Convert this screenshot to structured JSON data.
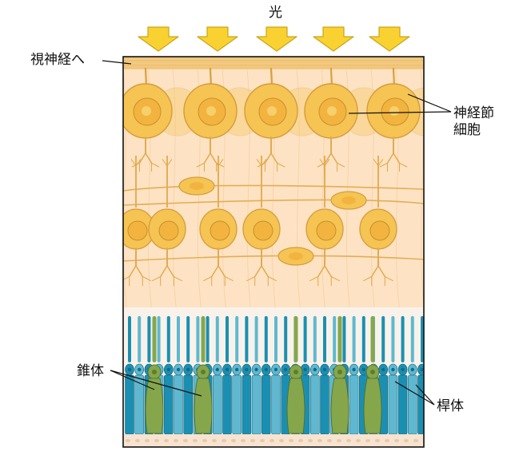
{
  "labels": {
    "light": "光",
    "optic_nerve": "視神経へ",
    "ganglion_cells": "神経節細胞",
    "ganglion_line1": "神経節",
    "ganglion_line2": "細胞",
    "cones": "錐体",
    "rods": "桿体"
  },
  "colors": {
    "arrow_fill": "#f9d232",
    "arrow_stroke": "#c9a417",
    "tissue_background": "#fde8cf",
    "ganglion_cell": "#f5c453",
    "ganglion_nucleus": "#f2b43f",
    "nerve_fiber": "#f0c264",
    "rod": "#1b8fb1",
    "rod_light": "#5fb8cf",
    "cone": "#86a64c",
    "outline": "#111111"
  },
  "structure": {
    "arrow_count": 5,
    "ganglion_row_count": 5,
    "bipolar_row_count": 6,
    "horizontal_cell_count": 3
  }
}
